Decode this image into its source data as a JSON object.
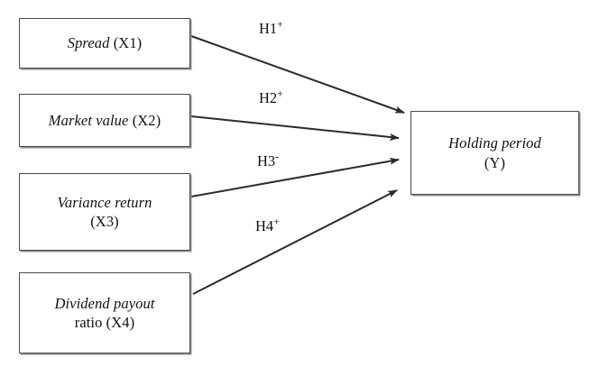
{
  "diagram": {
    "type": "conceptual-research-framework",
    "title_visible": false,
    "colors": {
      "box_border": "#4a4a4a",
      "box_shadow": "#8f8f8f",
      "box_fill": "#ffffff",
      "arrow": "#333333",
      "text": "#111111",
      "background": "#ffffff"
    },
    "independent_variables": [
      {
        "id": "x1",
        "name_italic": "Spread",
        "code": "(X1)",
        "full_label": "Spread (X1)"
      },
      {
        "id": "x2",
        "name_italic": "Market value",
        "code": "(X2)",
        "full_label": "Market value (X2)"
      },
      {
        "id": "x3",
        "name_italic": "Variance return",
        "code": "(X3)",
        "full_label": "Variance return (X3)"
      },
      {
        "id": "x4",
        "name_italic": "Dividend payout",
        "code": "ratio (X4)",
        "full_label": "Dividend payout ratio (X4)"
      }
    ],
    "dependent_variable": {
      "id": "y",
      "name_italic": "Holding period",
      "code": "(Y)",
      "full_label": "Holding period (Y)"
    },
    "hypotheses": [
      {
        "id": "h1",
        "label": "H1",
        "sign": "+",
        "from": "x1",
        "to": "y"
      },
      {
        "id": "h2",
        "label": "H2",
        "sign": "+",
        "from": "x2",
        "to": "y"
      },
      {
        "id": "h3",
        "label": "H3",
        "sign": "-",
        "from": "x3",
        "to": "y"
      },
      {
        "id": "h4",
        "label": "H4",
        "sign": "+",
        "from": "x4",
        "to": "y"
      }
    ]
  }
}
